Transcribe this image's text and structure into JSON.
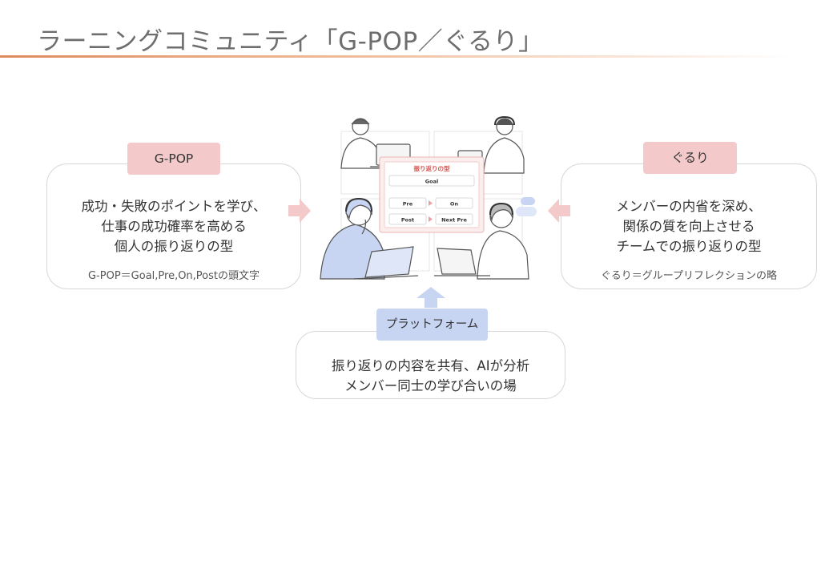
{
  "header": {
    "title": "ラーニングコミュニティ「G-POP／ぐるり」"
  },
  "gpop": {
    "tag": "G-POP",
    "lines": [
      "成功・失敗のポイントを学び、",
      "仕事の成功確率を高める",
      "個人の振り返りの型"
    ],
    "note": "G-POP＝Goal,Pre,On,Postの頭文字"
  },
  "gururi": {
    "tag": "ぐるり",
    "lines": [
      "メンバーの内省を深め、",
      "関係の質を向上させる",
      "チームでの振り返りの型"
    ],
    "note": "ぐるり＝グループリフレクションの略"
  },
  "platform": {
    "tag": "プラットフォーム",
    "lines": [
      "振り返りの内容を共有、AIが分析",
      "メンバー同士の学び合いの場"
    ]
  },
  "screen": {
    "title": "振り返りの型",
    "goal": "Goal",
    "pre": "Pre",
    "on": "On",
    "post": "Post",
    "next_pre": "Next Pre"
  },
  "colors": {
    "accent_orange": "#e08a5c",
    "tag_pink": "#f4c9ca",
    "tag_blue": "#c7d4f2",
    "arrow_pink": "#f4c9ca",
    "arrow_blue": "#c7d4f2",
    "screen_red": "#d9534f"
  }
}
